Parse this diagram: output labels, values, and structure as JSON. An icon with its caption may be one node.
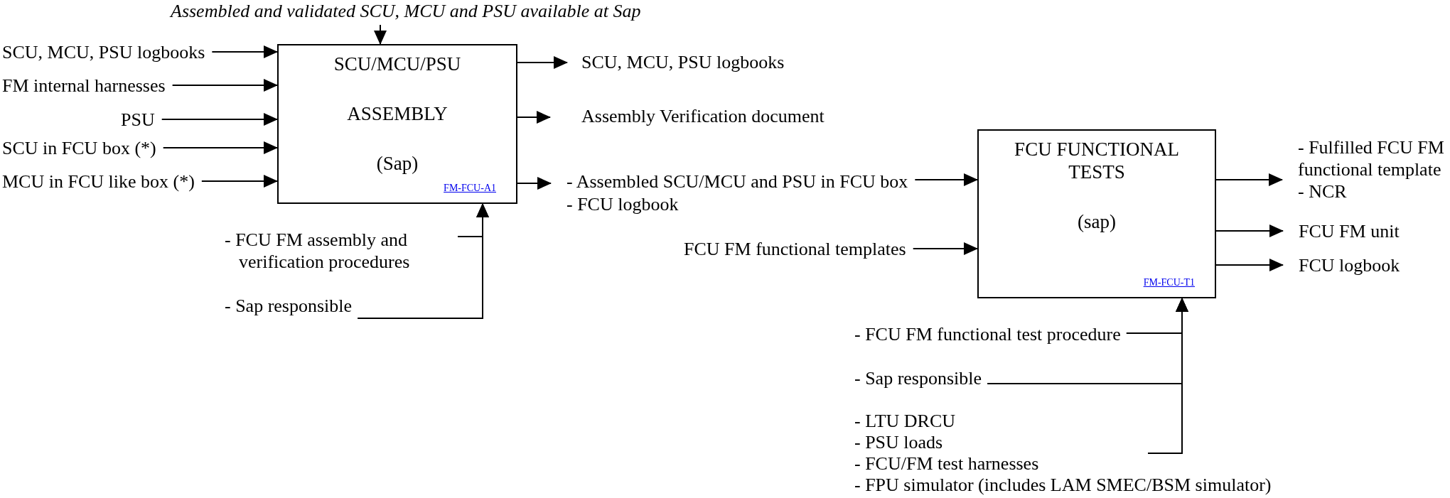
{
  "diagram": {
    "nodes": [
      {
        "text": [
          "SCU/MCU/PSU",
          "ASSEMBLY",
          "(Sap)",
          "FM-FCU-A1"
        ]
      },
      {
        "text": [
          "FCU FUNCTIONAL TESTS",
          "(sap)",
          "FM-FCU-T1"
        ]
      },
      {
        "text": [
          "Assembled and validated SCU, MCU  and PSU available at Sap"
        ]
      },
      {
        "text": [
          "SCU, MCU, PSU logbooks"
        ]
      },
      {
        "text": [
          "FM internal harnesses"
        ]
      },
      {
        "text": [
          "PSU"
        ]
      },
      {
        "text": [
          "SCU in FCU box (*)"
        ]
      },
      {
        "text": [
          "MCU in FCU like box (*)"
        ]
      },
      {
        "text": [
          "SCU, MCU, PSU logbooks"
        ]
      },
      {
        "text": [
          "Assembly Verification document"
        ]
      },
      {
        "text": [
          "- Assembled SCU/MCU and PSU in FCU box",
          "- FCU logbook"
        ]
      },
      {
        "text": [
          "- FCU FM assembly and verification procedures"
        ]
      },
      {
        "text": [
          "- Sap responsible"
        ]
      },
      {
        "text": [
          "FCU FM functional templates"
        ]
      },
      {
        "text": [
          "- Fulfilled FCU FM functional template",
          "- NCR"
        ]
      },
      {
        "text": [
          "FCU FM unit"
        ]
      },
      {
        "text": [
          "FCU logbook"
        ]
      },
      {
        "text": [
          "- FCU FM functional test procedure"
        ]
      },
      {
        "text": [
          "- Sap responsible"
        ]
      },
      {
        "text": [
          "- LTU DRCU",
          "- PSU loads",
          "- FCU/FM test harnesses",
          "- FPU simulator (includes LAM SMEC/BSM simulator)"
        ]
      }
    ],
    "edges": [
      {
        "from": 2,
        "to": 0,
        "arrow": "to"
      },
      {
        "from": 3,
        "to": 0,
        "arrow": "to"
      },
      {
        "from": 4,
        "to": 0,
        "arrow": "to"
      },
      {
        "from": 5,
        "to": 0,
        "arrow": "to"
      },
      {
        "from": 6,
        "to": 0,
        "arrow": "to"
      },
      {
        "from": 7,
        "to": 0,
        "arrow": "to"
      },
      {
        "from": 0,
        "to": 8,
        "arrow": "to"
      },
      {
        "from": 0,
        "to": 9,
        "arrow": "to"
      },
      {
        "from": 0,
        "to": 10,
        "arrow": "to"
      },
      {
        "from": 11,
        "to": 0,
        "arrow": "to"
      },
      {
        "from": 12,
        "to": 0,
        "arrow": "to"
      },
      {
        "from": 10,
        "to": 1,
        "arrow": "to"
      },
      {
        "from": 13,
        "to": 1,
        "arrow": "to"
      },
      {
        "from": 1,
        "to": 14,
        "arrow": "to"
      },
      {
        "from": 1,
        "to": 15,
        "arrow": "to"
      },
      {
        "from": 1,
        "to": 16,
        "arrow": "to"
      },
      {
        "from": 17,
        "to": 1,
        "arrow": "to"
      },
      {
        "from": 18,
        "to": 1,
        "arrow": "to"
      },
      {
        "from": 19,
        "to": 1,
        "arrow": "to"
      }
    ]
  }
}
